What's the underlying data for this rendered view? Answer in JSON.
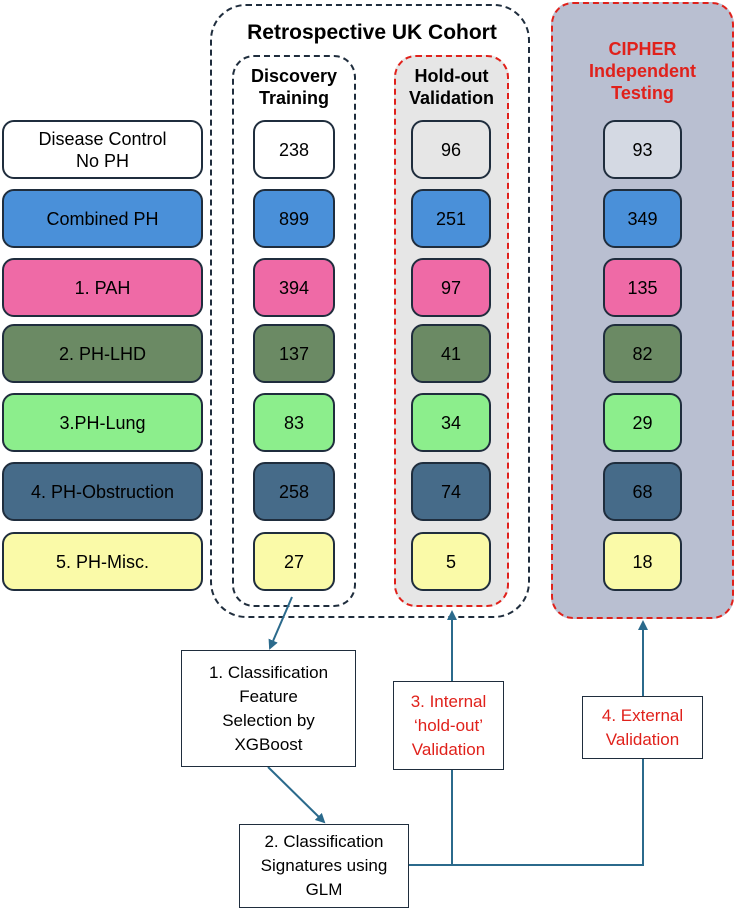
{
  "headers": {
    "cohort": "Retrospective UK Cohort",
    "discovery": "Discovery\nTraining",
    "holdout": "Hold-out\nValidation",
    "cipher": "CIPHER\nIndependent\nTesting"
  },
  "categories": [
    "Disease Control\nNo PH",
    "Combined PH",
    "1. PAH",
    "2. PH-LHD",
    "3.PH-Lung",
    "4. PH-Obstruction",
    "5. PH-Misc."
  ],
  "counts": {
    "discovery": [
      "238",
      "899",
      "394",
      "137",
      "83",
      "258",
      "27"
    ],
    "holdout": [
      "96",
      "251",
      "97",
      "41",
      "34",
      "74",
      "5"
    ],
    "cipher": [
      "93",
      "349",
      "135",
      "82",
      "29",
      "68",
      "18"
    ]
  },
  "row_colors": [
    "#ffffff",
    "#4a90d9",
    "#ef6aa6",
    "#6b8a64",
    "#8cee8c",
    "#466b89",
    "#fafaa8"
  ],
  "holdout_first_color": "#e6e6e6",
  "cipher_first_color": "#d4d9e3",
  "steps": {
    "step1": "1. Classification\nFeature\nSelection by\nXGBoost",
    "step2": "2. Classification\nSignatures using\nGLM",
    "step3": "3. Internal\n‘hold-out’\nValidation",
    "step4": "4. External\nValidation"
  },
  "colors": {
    "frame_dark": "#1f2d3d",
    "frame_red": "#e0211b",
    "arrow": "#2b6a8c",
    "cipher_bg": "#b9bfd1",
    "holdout_bg": "#e6e6e6"
  }
}
